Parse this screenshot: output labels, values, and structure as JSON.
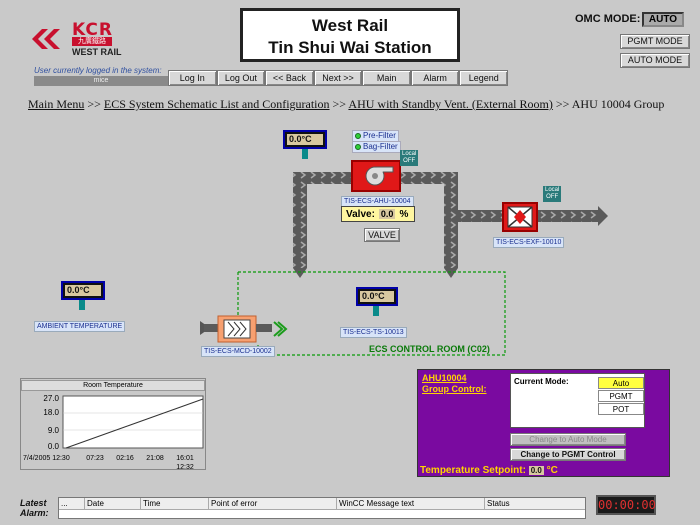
{
  "header": {
    "logo": {
      "brand": "KCR",
      "chinese": "九廣鐵路",
      "subtitle": "WEST RAIL"
    },
    "title_line1": "West Rail",
    "title_line2": "Tin Shui Wai Station",
    "omc_mode_label": "OMC MODE:",
    "omc_mode_value": "AUTO",
    "pgmt_mode_button": "PGMT MODE",
    "auto_mode_button": "AUTO MODE",
    "user_label": "User currently logged in the system:",
    "user_value": "mice"
  },
  "navbar": [
    "Log In",
    "Log Out",
    "<< Back",
    "Next >>",
    "Main",
    "Alarm",
    "Legend"
  ],
  "breadcrumb": {
    "items": [
      "Main Menu",
      "ECS System Schematic List and Configuration",
      "AHU with Standby Vent. (External Room)"
    ],
    "separator": ">>",
    "current": "AHU 10004 Group"
  },
  "schematic": {
    "ahu": {
      "tag": "TIS-ECS-AHU-10004",
      "local": "Local",
      "state": "OFF"
    },
    "supply_sensor": {
      "value": "0.0",
      "unit": "°C"
    },
    "filters": [
      "Pre-Filter",
      "Bag-Filter"
    ],
    "valve": {
      "label": "Valve:",
      "value": "0.0",
      "unit": "%",
      "button": "VALVE"
    },
    "exhaust_fan": {
      "tag": "TIS-ECS-EXF-10010",
      "local": "Local",
      "state": "OFF"
    },
    "ambient": {
      "value": "0.0",
      "unit": "°C",
      "tag": "AMBIENT TEMPERATURE"
    },
    "room_sensor": {
      "value": "0.0",
      "unit": "°C",
      "tag": "TIS-ECS-TS-10013"
    },
    "damper": {
      "tag": "TIS-ECS-MCD-10002"
    },
    "room_label": "ECS CONTROL ROOM (C02)"
  },
  "trend": {
    "title": "Room Temperature",
    "y_ticks": [
      "27.0",
      "18.0",
      "9.0",
      "0.0"
    ],
    "x_ticks": [
      "7/4/2005 12:30",
      "07:23",
      "02:16",
      "21:08",
      "16:01"
    ],
    "x_end_sub": "12:32",
    "line_color": "#ffffff"
  },
  "group_control": {
    "title_line1": "AHU10004",
    "title_line2": "Group Control:",
    "current_mode_label": "Current Mode:",
    "modes": [
      "Auto",
      "PGMT",
      "POT"
    ],
    "active_mode_color": "#ffff40",
    "change_auto_button": "Change to Auto Mode",
    "change_pgmt_button": "Change to PGMT Control",
    "setpoint_label": "Temperature Setpoint:",
    "setpoint_value": "0.0",
    "setpoint_unit": "°C"
  },
  "alarm": {
    "label_line1": "Latest",
    "label_line2": "Alarm:",
    "columns": [
      "...",
      "Date",
      "Time",
      "Point of error",
      "WinCC Message text",
      "Status"
    ],
    "clock": "00:00:00"
  },
  "colors": {
    "background": "#c9c9c9",
    "group_panel": "#7a0aa0",
    "ahu_red": "#e01818",
    "duct_gray": "#5a5a5a",
    "room_green": "#0a7a0a"
  }
}
